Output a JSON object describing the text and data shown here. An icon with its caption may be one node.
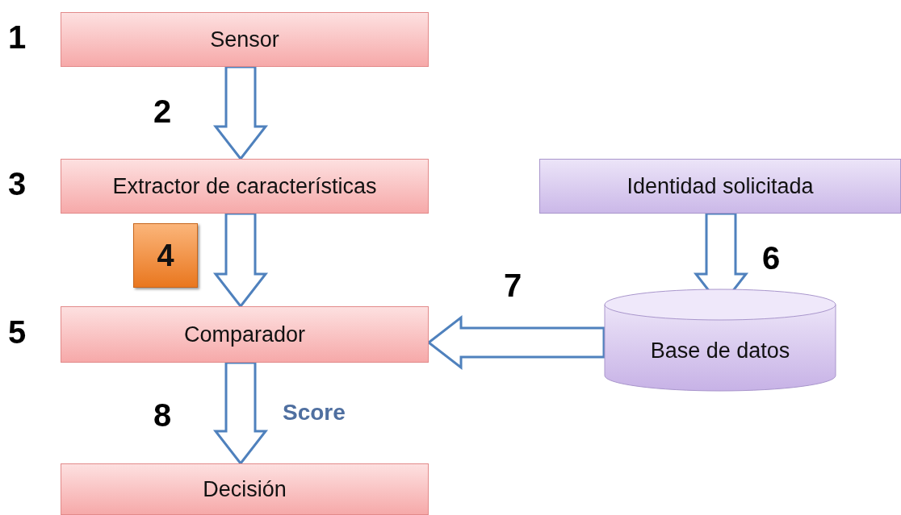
{
  "diagram": {
    "nodes": [
      {
        "text": [
          "Sensor"
        ],
        "beside": [
          "1"
        ]
      },
      {
        "text": [
          "Extractor de características"
        ],
        "beside": [
          "3"
        ]
      },
      {
        "text": [
          "Identidad solicitada"
        ]
      },
      {
        "text": [
          "4"
        ]
      },
      {
        "text": [
          "Comparador"
        ],
        "beside": [
          "5"
        ]
      },
      {
        "text": [
          "Base de datos"
        ]
      },
      {
        "text": [
          "Decisión"
        ]
      }
    ],
    "edges": [
      {
        "from": 0,
        "to": 1,
        "arrow": "to",
        "label": "2"
      },
      {
        "from": 1,
        "to": 4,
        "arrow": "to"
      },
      {
        "from": 2,
        "to": 5,
        "arrow": "to",
        "label": "6"
      },
      {
        "from": 5,
        "to": 4,
        "arrow": "to",
        "label": "7"
      },
      {
        "from": 4,
        "to": 6,
        "arrow": "to",
        "label": "8"
      }
    ],
    "labels": [
      "Score"
    ]
  }
}
